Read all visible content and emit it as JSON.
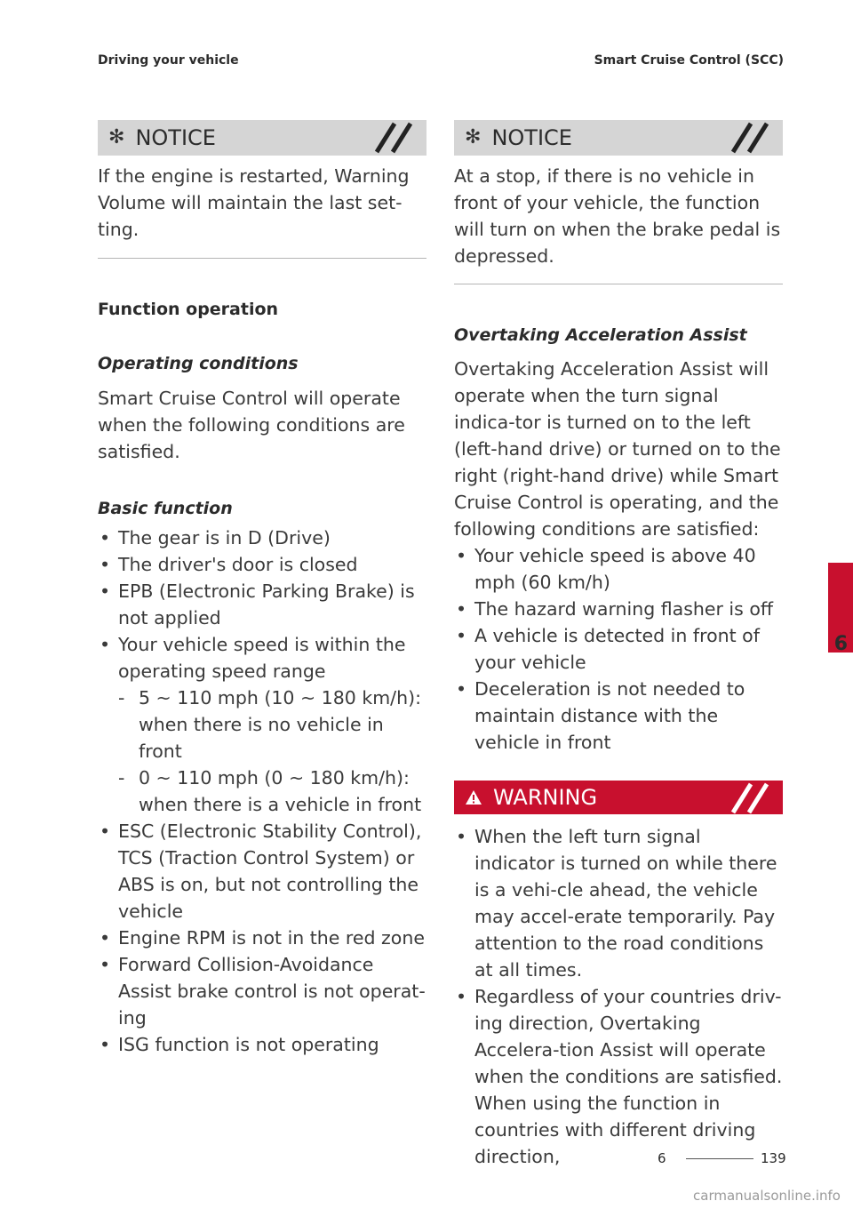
{
  "header": {
    "left": "Driving your vehicle",
    "right": "Smart Cruise Control (SCC)"
  },
  "left": {
    "notice": {
      "title": "NOTICE",
      "text": "If the engine is restarted, Warning Volume will maintain the last set-ting."
    },
    "section_title": "Function operation",
    "sub1": "Operating conditions",
    "para1": "Smart Cruise Control will operate when the following conditions are satisfied.",
    "sub2": "Basic function",
    "bullets": [
      "The gear is in D (Drive)",
      "The driver's door is closed",
      "EPB (Electronic Parking Brake) is not applied",
      "Your vehicle speed is within the operating speed range",
      "ESC (Electronic Stability Control), TCS (Traction Control System) or ABS is on, but not controlling the vehicle",
      "Engine RPM is not in the red zone",
      "Forward Collision-Avoidance Assist brake control is not operat-ing",
      "ISG function is not operating"
    ],
    "speed_sub": [
      "5 ~ 110 mph (10 ~ 180 km/h): when there is no vehicle in front",
      "0 ~ 110 mph (0 ~ 180 km/h): when there is a vehicle in front"
    ]
  },
  "right": {
    "notice": {
      "title": "NOTICE",
      "text": "At a stop, if there is no vehicle in front of your vehicle, the function will turn on when the brake pedal is depressed."
    },
    "sub": "Overtaking Acceleration Assist",
    "para": "Overtaking Acceleration Assist will operate when the turn signal indica-tor is turned on to the left (left-hand drive) or turned on to the right (right-hand drive) while Smart Cruise Control is operating, and the following conditions are satisfied:",
    "bullets": [
      "Your vehicle speed is above 40 mph (60 km/h)",
      "The hazard warning flasher is off",
      "A vehicle is detected in front of your vehicle",
      "Deceleration is not needed to maintain distance with the vehicle in front"
    ],
    "warning": {
      "title": "WARNING",
      "bullets": [
        "When the left turn signal indicator is turned on while there is a vehi-cle ahead, the vehicle may accel-erate temporarily. Pay attention to the road conditions at all times.",
        "Regardless of your countries driv-ing direction, Overtaking Accelera-tion Assist will operate when the conditions are satisfied. When using the function in countries with different driving direction,"
      ]
    }
  },
  "side_tab": "6",
  "footer": {
    "section": "6",
    "page": "139"
  },
  "watermark": "carmanualsonline.info",
  "icons": {
    "notice": "asterisk-icon",
    "warning": "warning-triangle-icon"
  },
  "colors": {
    "accent": "#c8102e",
    "notice_bg": "#d5d5d5"
  }
}
